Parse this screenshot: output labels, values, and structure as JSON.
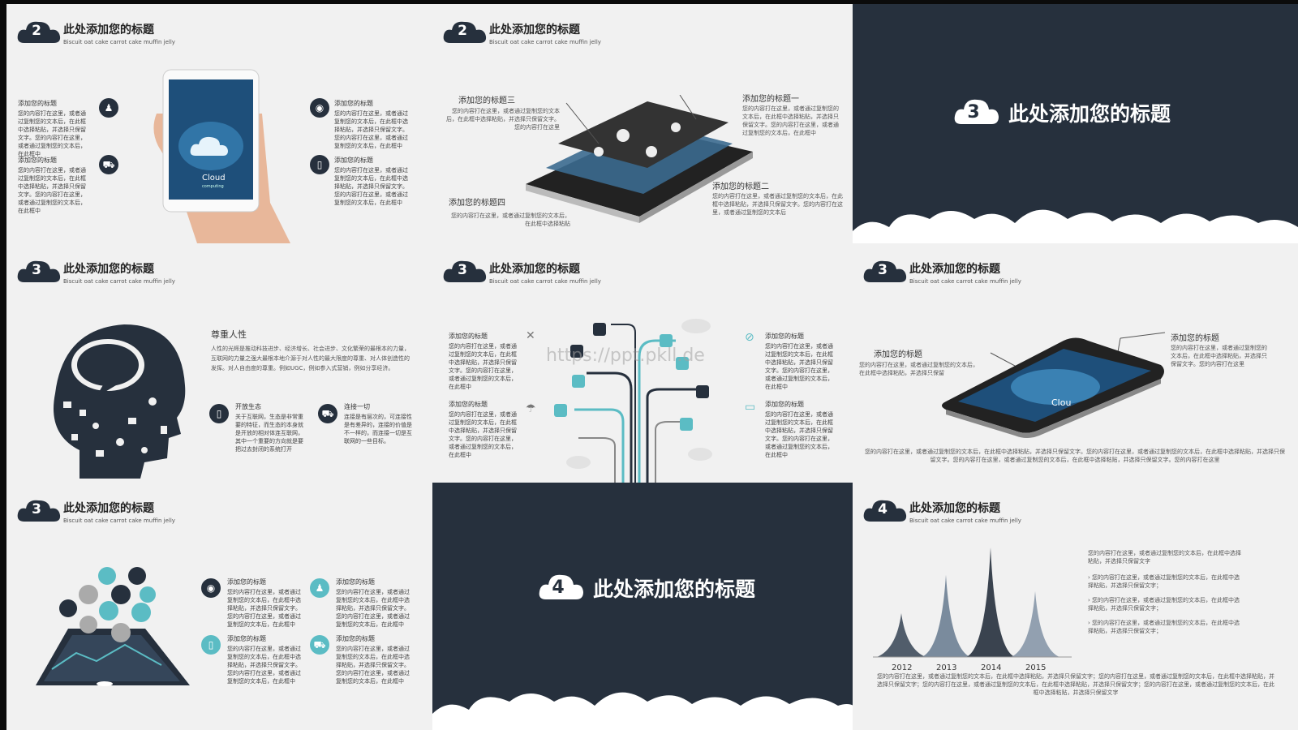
{
  "header_subtitle": "Biscuit oat cake carrot cake muffin jelly",
  "watermark": "https://ppt.pkll.de",
  "slides": {
    "s1": {
      "num": "2",
      "title": "此处添加您的标题",
      "blocks": [
        {
          "title": "添加您的标题",
          "text": "您的内容打在这里，或者通过复制您的文本后，在此框中选择粘贴，并选择只保留文字。您的内容打在这里，或者通过复制您的文本后，在此框中"
        },
        {
          "title": "添加您的标题",
          "text": "您的内容打在这里，或者通过复制您的文本后，在此框中选择粘贴，并选择只保留文字。您的内容打在这里，或者通过复制您的文本后，在此框中"
        },
        {
          "title": "添加您的标题",
          "text": "您的内容打在这里，或者通过复制您的文本后，在此框中选择粘贴，并选择只保留文字。您的内容打在这里，或者通过复制您的文本后，在此框中"
        },
        {
          "title": "添加您的标题",
          "text": "您的内容打在这里，或者通过复制您的文本后，在此框中选择粘贴，并选择只保留文字。您的内容打在这里，或者通过复制您的文本后，在此框中"
        }
      ],
      "tablet_text": "Cloud",
      "tablet_sub": "computing"
    },
    "s2": {
      "num": "2",
      "title": "此处添加您的标题",
      "labels": [
        {
          "title": "添加您的标题三",
          "text": "您的内容打在这里，或者通过复制您的文本后，在此框中选择粘贴，并选择只保留文字。您的内容打在这里"
        },
        {
          "title": "添加您的标题一",
          "text": "您的内容打在这里，或者通过复制您的文本后，在此框中选择粘贴，并选择只保留文字。您的内容打在这里，或者通过复制您的文本后，在此框中"
        },
        {
          "title": "添加您的标题二",
          "text": "您的内容打在这里，或者通过复制您的文本后，在此框中选择粘贴，并选择只保留文字。您的内容打在这里，或者通过复制您的文本后"
        },
        {
          "title": "添加您的标题四",
          "text": "您的内容打在这里，或者通过复制您的文本后，在此框中选择粘贴"
        }
      ]
    },
    "s3": {
      "num": "3",
      "title": "此处添加您的标题"
    },
    "s4": {
      "num": "3",
      "title": "此处添加您的标题",
      "heading": "尊重人性",
      "body": "人性的光辉是推动科技进步、经济增长、社会进步、文化繁荣的最根本的力量，互联网的力量之强大最根本地介源于对人性的最大限度的尊重、对人体创造性的发挥。对人自由度的尊重。例如UGC，例如参入式营销，例如分享经济。",
      "items": [
        {
          "title": "开放生态",
          "text": "关于互联网，生态是非常重要的特征，而生态的本身就是开放的相对体连互联网，其中一个重要的方向就是要把过去封闭的系统打开"
        },
        {
          "title": "连接一切",
          "text": "连接是有层次的，可连接性是有差异的，连接的价值是不一样的，而连接一切是互联网的一些目标。"
        }
      ]
    },
    "s5": {
      "num": "3",
      "title": "此处添加您的标题",
      "blocks": [
        {
          "title": "添加您的标题",
          "text": "您的内容打在这里，或者通过复制您的文本后，在此框中选择粘贴，并选择只保留文字。您的内容打在这里，或者通过复制您的文本后，在此框中"
        },
        {
          "title": "添加您的标题",
          "text": "您的内容打在这里，或者通过复制您的文本后，在此框中选择粘贴，并选择只保留文字。您的内容打在这里，或者通过复制您的文本后，在此框中"
        },
        {
          "title": "添加您的标题",
          "text": "您的内容打在这里，或者通过复制您的文本后，在此框中选择粘贴，并选择只保留文字。您的内容打在这里，或者通过复制您的文本后，在此框中"
        },
        {
          "title": "添加您的标题",
          "text": "您的内容打在这里，或者通过复制您的文本后，在此框中选择粘贴，并选择只保留文字。您的内容打在这里，或者通过复制您的文本后，在此框中"
        }
      ]
    },
    "s6": {
      "num": "3",
      "title": "此处添加您的标题",
      "left": {
        "title": "添加您的标题",
        "text": "您的内容打在这里，或者通过复制您的文本后，在此框中选择粘贴，并选择只保留"
      },
      "right": {
        "title": "添加您的标题",
        "text": "您的内容打在这里，或者通过复制您的文本后，在此框中选择粘贴，并选择只保留文字。您的内容打在这里"
      },
      "phone_text": "Clou",
      "bottom": "您的内容打在这里，或者通过复制您的文本后，在此框中选择粘贴，并选择只保留文字。您的内容打在这里，或者通过复制您的文本后，在此框中选择粘贴，并选择只保留文字。您的内容打在这里，或者通过复制您的文本后，在此框中选择粘贴，并选择只保留文字。您的内容打在这里"
    },
    "s7": {
      "num": "3",
      "title": "此处添加您的标题",
      "blocks": [
        {
          "title": "添加您的标题",
          "text": "您的内容打在这里，或者通过复制您的文本后，在此框中选择粘贴，并选择只保留文字。您的内容打在这里，或者通过复制您的文本后，在此框中"
        },
        {
          "title": "添加您的标题",
          "text": "您的内容打在这里，或者通过复制您的文本后，在此框中选择粘贴，并选择只保留文字。您的内容打在这里，或者通过复制您的文本后，在此框中"
        },
        {
          "title": "添加您的标题",
          "text": "您的内容打在这里，或者通过复制您的文本后，在此框中选择粘贴，并选择只保留文字。您的内容打在这里，或者通过复制您的文本后，在此框中"
        },
        {
          "title": "添加您的标题",
          "text": "您的内容打在这里，或者通过复制您的文本后，在此框中选择粘贴，并选择只保留文字。您的内容打在这里，或者通过复制您的文本后，在此框中"
        }
      ]
    },
    "s8": {
      "num": "4",
      "title": "此处添加您的标题"
    },
    "s9": {
      "num": "4",
      "title": "此处添加您的标题",
      "intro": "您的内容打在这里，或者通过复制您的文本后，在此框中选择粘贴，并选择只保留文字",
      "bullets": [
        "您的内容打在这里，或者通过复制您的文本后，在此框中选择粘贴，并选择只保留文字；",
        "您的内容打在这里，或者通过复制您的文本后，在此框中选择粘贴，并选择只保留文字；",
        "您的内容打在这里，或者通过复制您的文本后，在此框中选择粘贴，并选择只保留文字；"
      ],
      "bottom": "您的内容打在这里，或者通过复制您的文本后，在此框中选择粘贴，并选择只保留文字；您的内容打在这里，或者通过复制您的文本后，在此框中选择粘贴，并选择只保留文字；您的内容打在这里，或者通过复制您的文本后，在此框中选择粘贴，并选择只保留文字；您的内容打在这里，或者通过复制您的文本后，在此框中选择粘贴，并选择只保留文字"
    }
  },
  "chart_data": {
    "type": "area",
    "categories": [
      "2012",
      "2013",
      "2014",
      "2015"
    ],
    "values": [
      0.4,
      0.75,
      1.0,
      0.6
    ]
  }
}
